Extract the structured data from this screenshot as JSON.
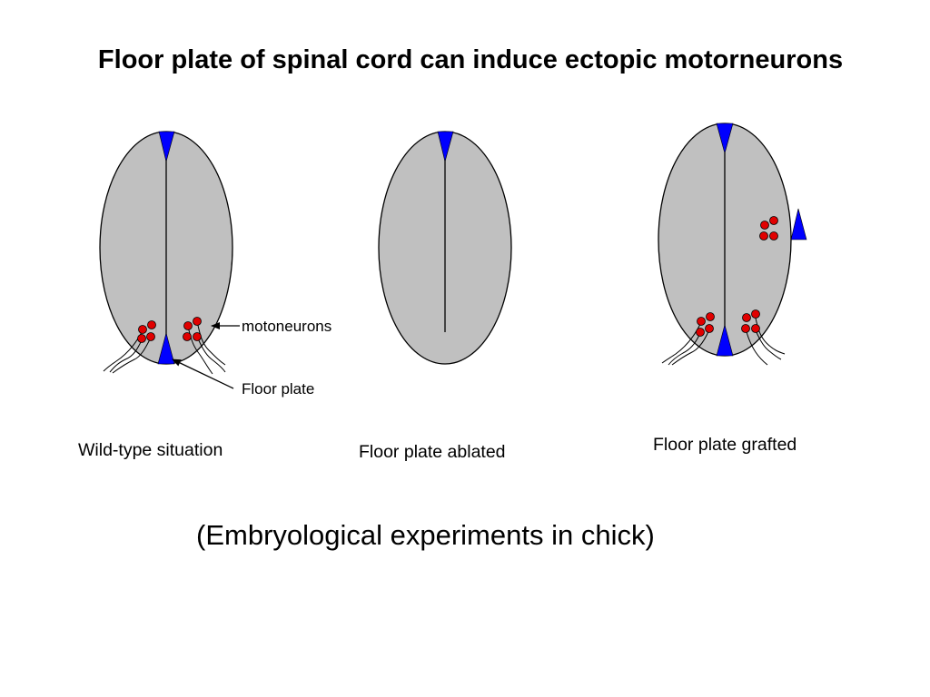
{
  "slide": {
    "title": "Floor plate of spinal cord can induce ectopic motorneurons",
    "subtitle": "(Embryological experiments in chick)",
    "colors": {
      "tissue": "#c0c0c0",
      "floor_plate": "#0000ff",
      "motoneuron": "#e00000",
      "outline": "#000000"
    }
  },
  "panels": [
    {
      "id": "wild-type",
      "caption": "Wild-type situation",
      "floor_plate_ventral": true,
      "roof_plate": true,
      "motoneuron_clusters": [
        "ventral-left",
        "ventral-right"
      ],
      "annotations": [
        {
          "label": "motoneurons",
          "target": "motoneuron-cluster"
        },
        {
          "label": "Floor plate",
          "target": "floor-plate"
        }
      ]
    },
    {
      "id": "ablated",
      "caption": "Floor plate ablated",
      "floor_plate_ventral": false,
      "roof_plate": true,
      "motoneuron_clusters": []
    },
    {
      "id": "grafted",
      "caption": "Floor plate grafted",
      "floor_plate_ventral": true,
      "roof_plate": true,
      "grafted_floor_plate": "lateral-right",
      "motoneuron_clusters": [
        "ventral-left",
        "ventral-right",
        "ectopic-lateral-right"
      ]
    }
  ]
}
